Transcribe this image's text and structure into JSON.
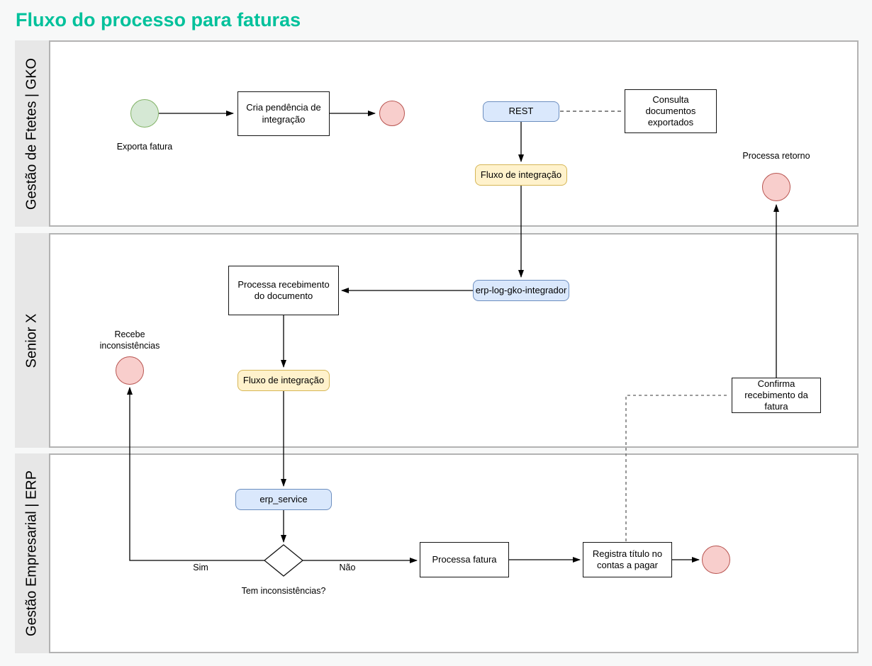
{
  "page": {
    "title": "Fluxo do processo para faturas"
  },
  "palette": {
    "title_color": "#00c19b",
    "lane_strip": "#e7e7e7",
    "lane_border": "#b3b3b3",
    "start_event_fill": "#d5e8d4",
    "start_event_stroke": "#82b366",
    "end_event_fill": "#f8cecc",
    "end_event_stroke": "#b85450",
    "system_fill": "#dae8fc",
    "system_stroke": "#6c8ebf",
    "flow_fill": "#fff2cc",
    "flow_stroke": "#d6b656"
  },
  "lanes": [
    {
      "label": "Gestão de Ftetes | GKO"
    },
    {
      "label": "Senior X"
    },
    {
      "label": "Gestão Empresarial | ERP"
    }
  ],
  "nodes": {
    "exporta_fatura": "Exporta fatura",
    "cria_pendencia": "Cria pendência de integração",
    "rest": "REST",
    "consulta_documentos": "Consulta documentos exportados",
    "fluxo_integracao_gko": "Fluxo de integração",
    "processa_retorno": "Processa retorno",
    "processa_recebimento": "Processa recebimento do documento",
    "erp_log_gko_integrador": "erp-log-gko-integrador",
    "fluxo_integracao_senior": "Fluxo de integração",
    "recebe_inconsistencias": "Recebe inconsistências",
    "confirma_recebimento": "Confirma recebimento da fatura",
    "erp_service": "erp_service",
    "decision_question": "Tem inconsistências?",
    "branch_yes": "Sim",
    "branch_no": "Não",
    "processa_fatura": "Processa fatura",
    "registra_titulo": "Registra título no contas a pagar"
  }
}
